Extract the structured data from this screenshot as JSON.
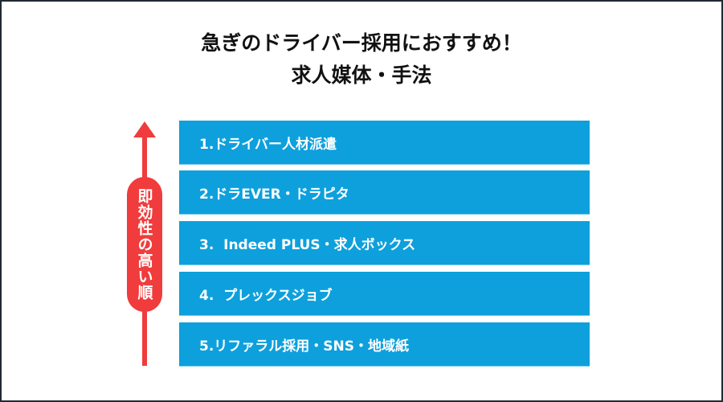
{
  "title": {
    "line1": "急ぎのドライバー採用におすすめ！",
    "line2": "求人媒体・手法"
  },
  "arrow": {
    "label": "即効性の高い順",
    "color": "#f03c3c"
  },
  "items": [
    {
      "label": "1.ドライバー人材派遣"
    },
    {
      "label": "2.ドラEVER・ドラピタ"
    },
    {
      "label": "3.  Indeed PLUS・求人ボックス"
    },
    {
      "label": "4.  プレックスジョブ"
    },
    {
      "label": "5.リファラル採用・SNS・地域紙"
    }
  ],
  "colors": {
    "box": "#0ea0dc",
    "title_text": "#111111",
    "border": "#1f2a33"
  }
}
